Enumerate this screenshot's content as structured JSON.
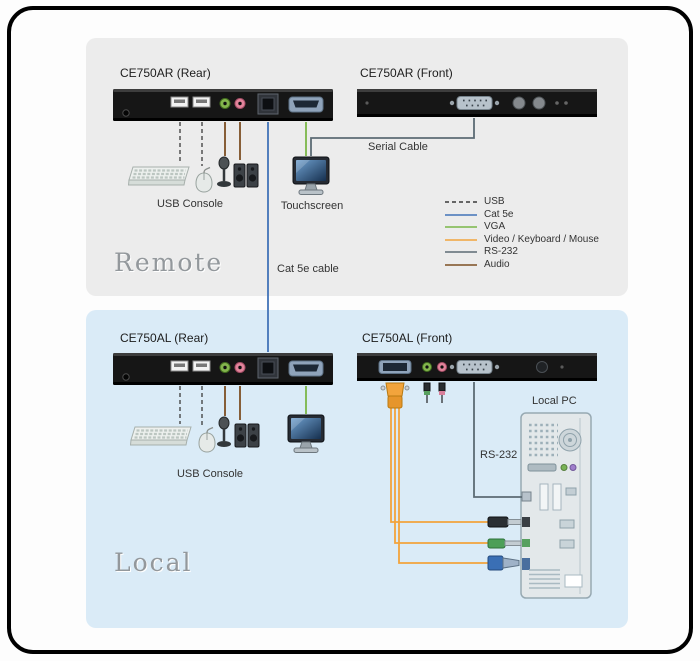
{
  "remote": {
    "rear_device_label": "CE750AR (Rear)",
    "front_device_label": "CE750AR (Front)",
    "usb_console_label": "USB Console",
    "touchscreen_label": "Touchscreen",
    "serial_cable_label": "Serial Cable",
    "cat5e_cable_label": "Cat 5e cable",
    "section_title": "Remote"
  },
  "local": {
    "rear_device_label": "CE750AL (Rear)",
    "front_device_label": "CE750AL (Front)",
    "usb_console_label": "USB Console",
    "local_pc_label": "Local PC",
    "rs232_label": "RS-232",
    "section_title": "Local"
  },
  "legend": {
    "items": [
      {
        "label": "USB",
        "color": "#3a3a3a",
        "style": "dashed"
      },
      {
        "label": "Cat 5e",
        "color": "#4273b8",
        "style": "solid"
      },
      {
        "label": "VGA",
        "color": "#7ab648",
        "style": "solid"
      },
      {
        "label": "Video / Keyboard / Mouse",
        "color": "#f2a43c",
        "style": "solid"
      },
      {
        "label": "RS-232",
        "color": "#5c6b74",
        "style": "solid"
      },
      {
        "label": "Audio",
        "color": "#7c4f23",
        "style": "solid"
      }
    ]
  }
}
